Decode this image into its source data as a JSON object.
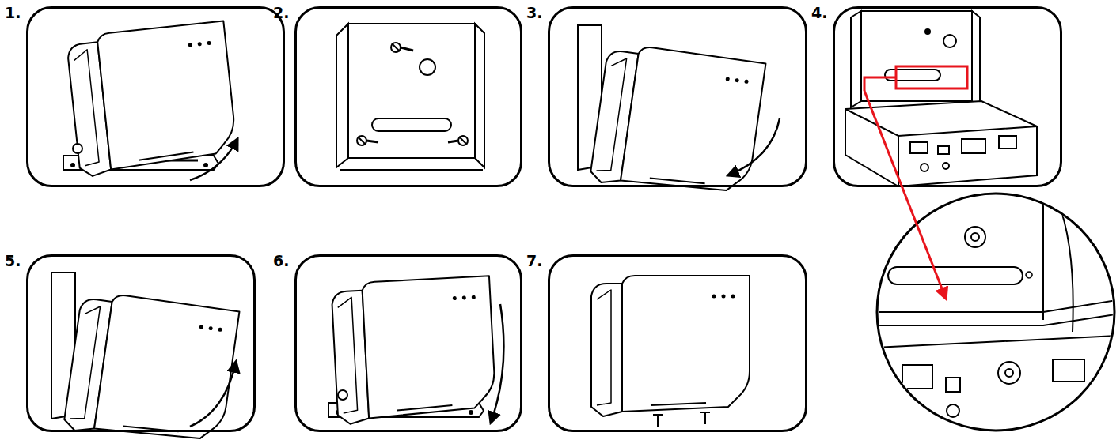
{
  "diagram": {
    "nodes": [
      {
        "text": [
          "1."
        ]
      },
      {
        "text": [
          "2."
        ]
      },
      {
        "text": [
          "3."
        ]
      },
      {
        "text": [
          "4."
        ]
      },
      {
        "text": [
          "5."
        ]
      },
      {
        "text": [
          "6."
        ]
      },
      {
        "text": [
          "7."
        ]
      }
    ]
  }
}
